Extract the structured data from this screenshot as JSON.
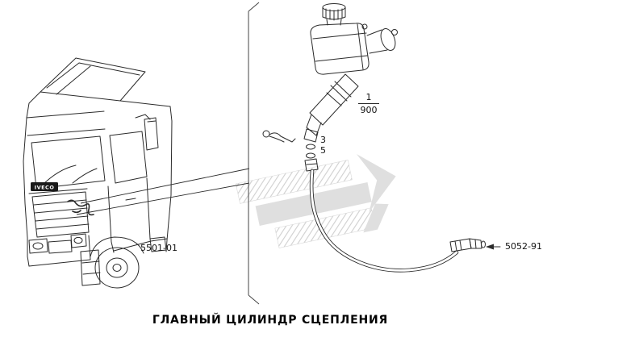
{
  "page": {
    "title": "ГЛАВНЫЙ ЦИЛИНДР СЦЕПЛЕНИЯ"
  },
  "truck": {
    "badge": "IVECO",
    "cab_ref": "5501-01"
  },
  "assembly": {
    "item_ref_numerator": "1",
    "item_ref_denominator": "900",
    "washer_item": "3",
    "seal_item": "5",
    "hose_ref": "5052-91"
  },
  "colors": {
    "line": "#2b2b2b",
    "watermark_gray": "#c6c6c6",
    "text": "#111111"
  },
  "icons": {
    "watermark": "striped-chevron-watermark",
    "arrow": "left-arrow-icon"
  }
}
